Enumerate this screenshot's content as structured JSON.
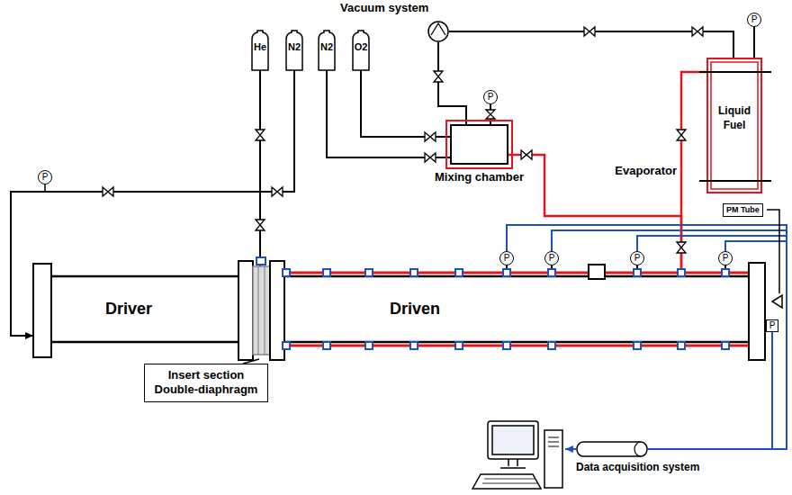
{
  "diagram": {
    "nodes": [
      {
        "text": [
          "Vacuum system"
        ]
      },
      {
        "text": [
          "He"
        ]
      },
      {
        "text": [
          "N2"
        ]
      },
      {
        "text": [
          "N2"
        ]
      },
      {
        "text": [
          "O2"
        ]
      },
      {
        "text": [
          "P"
        ]
      },
      {
        "text": [
          "P"
        ]
      },
      {
        "text": [
          "Mixing chamber"
        ]
      },
      {
        "text": [
          "P"
        ]
      },
      {
        "text": [
          "Liquid Fuel",
          "Evaporator"
        ]
      },
      {
        "text": [
          "Driver"
        ]
      },
      {
        "text": [
          "Driven"
        ]
      },
      {
        "text": [
          "Insert section Double-diaphragm"
        ]
      },
      {
        "text": [
          "PM Tube"
        ]
      },
      {
        "text": [
          "P"
        ]
      },
      {
        "text": [
          "P"
        ]
      },
      {
        "text": [
          "P"
        ]
      },
      {
        "text": [
          "P"
        ]
      },
      {
        "text": [
          "P"
        ]
      },
      {
        "text": [
          "Data acquisition system"
        ]
      }
    ],
    "edges": [
      {
        "from": 1,
        "to": 10,
        "arrow": "none"
      },
      {
        "from": 2,
        "to": 10,
        "arrow": "to"
      },
      {
        "from": 3,
        "to": 7,
        "arrow": "none"
      },
      {
        "from": 4,
        "to": 7,
        "arrow": "none"
      },
      {
        "from": 0,
        "to": 7,
        "arrow": "none"
      },
      {
        "from": 0,
        "to": 9,
        "arrow": "none"
      },
      {
        "from": 6,
        "to": 7,
        "arrow": "none"
      },
      {
        "from": 8,
        "to": 9,
        "arrow": "none"
      },
      {
        "from": 7,
        "to": 11,
        "arrow": "none"
      },
      {
        "from": 9,
        "to": 11,
        "arrow": "none"
      },
      {
        "from": 14,
        "to": 11,
        "arrow": "none"
      },
      {
        "from": 15,
        "to": 11,
        "arrow": "none"
      },
      {
        "from": 16,
        "to": 11,
        "arrow": "none"
      },
      {
        "from": 17,
        "to": 11,
        "arrow": "none"
      },
      {
        "from": 14,
        "to": 19,
        "arrow": "none"
      },
      {
        "from": 15,
        "to": 19,
        "arrow": "none"
      },
      {
        "from": 16,
        "to": 19,
        "arrow": "none"
      },
      {
        "from": 17,
        "to": 19,
        "arrow": "none"
      },
      {
        "from": 18,
        "to": 19,
        "arrow": "none"
      }
    ]
  }
}
